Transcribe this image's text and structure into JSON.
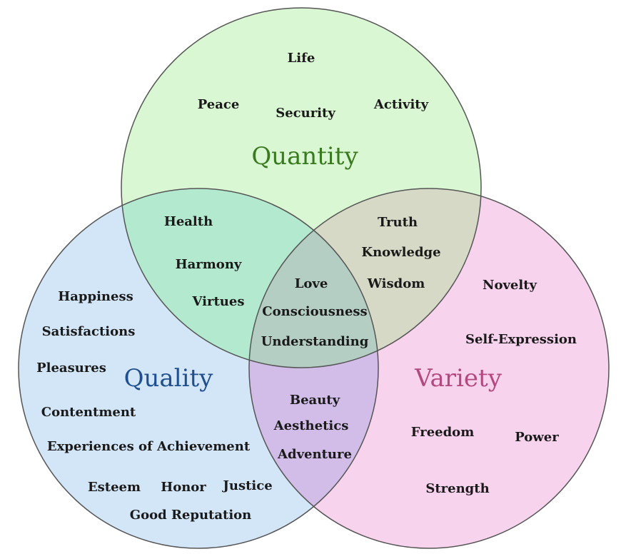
{
  "circles": {
    "quantity": {
      "label": "Quantity",
      "color": "#3a7a1f",
      "items": [
        "Life",
        "Peace",
        "Security",
        "Activity"
      ]
    },
    "quality": {
      "label": "Quality",
      "color": "#1f4f8f",
      "items": [
        "Happiness",
        "Satisfactions",
        "Pleasures",
        "Contentment",
        "Experiences of Achievement",
        "Esteem",
        "Honor",
        "Justice",
        "Good Reputation"
      ]
    },
    "variety": {
      "label": "Variety",
      "color": "#b2487e",
      "items": [
        "Novelty",
        "Self-Expression",
        "Freedom",
        "Power",
        "Strength"
      ]
    }
  },
  "overlaps": {
    "quantity_quality": [
      "Health",
      "Harmony",
      "Virtues"
    ],
    "quantity_variety": [
      "Truth",
      "Knowledge",
      "Wisdom"
    ],
    "quality_variety": [
      "Beauty",
      "Aesthetics",
      "Adventure"
    ],
    "all_three": [
      "Love",
      "Consciousness",
      "Understanding"
    ]
  },
  "colors": {
    "quantity_fill": "#d9f7d3",
    "quality_fill": "#d3e6f8",
    "variety_fill": "#f8d3ee",
    "quantity_quality_fill": "#b3e9cf",
    "quantity_variety_fill": "#d6d9c6",
    "quality_variety_fill": "#d2bde9",
    "center_fill": "#b4cec3",
    "outline": "#555555"
  }
}
